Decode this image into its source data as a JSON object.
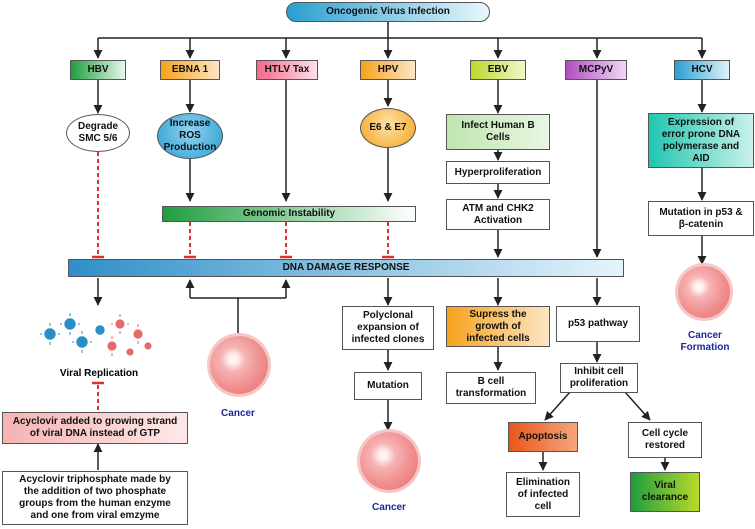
{
  "header": "Oncogenic Virus Infection",
  "viruses": {
    "hbv": "HBV",
    "ebna1": "EBNA 1",
    "htlv": "HTLV Tax",
    "hpv": "HPV",
    "ebv": "EBV",
    "mcpyv": "MCPyV",
    "hcv": "HCV"
  },
  "hbv_effect": "Degrade\nSMC 5/6",
  "ebna_effect": "Increase\nROS\nProduction",
  "hpv_effect": "E6 & E7",
  "ebv_steps": [
    "Infect Human B\nCells",
    "Hyperproliferation",
    "ATM and CHK2\nActivation"
  ],
  "hcv_steps": [
    "Expression of\nerror prone DNA\npolymerase and\nAID",
    "Mutation in p53 &\nβ-catenin"
  ],
  "hcv_outcome": "Cancer\nFormation",
  "genomic": "Genomic Instability",
  "ddr": "DNA DAMAGE RESPONSE",
  "viral_replication": "Viral Replication",
  "acyclovir_added": "Acyclovir added to growing strand\nof viral DNA instead of GTP",
  "acyclovir_made": "Acyclovir triphosphate made by\nthe addition of two phosphate\ngroups from the human enzyme\nand one from viral emzyme",
  "cancer_mid": "Cancer",
  "polyclonal": "Polyclonal\nexpansion of\ninfected clones",
  "mutation": "Mutation",
  "cancer_bottom": "Cancer",
  "suppress": "Supress the\ngrowth of\ninfected cells",
  "bcell": "B cell\ntransformation",
  "p53": "p53 pathway",
  "inhibit": "Inhibit cell\nproliferation",
  "apoptosis": "Apoptosis",
  "elimination": "Elimination\nof infected\ncell",
  "cycle": "Cell cycle\nrestored",
  "clearance": "Viral\nclearance",
  "colors": {
    "accent_blue": "#3aa6d6",
    "inhibit_red": "#e03030",
    "cancer_pink": "#f29a9a",
    "cancer_label": "#1a2a9a"
  }
}
